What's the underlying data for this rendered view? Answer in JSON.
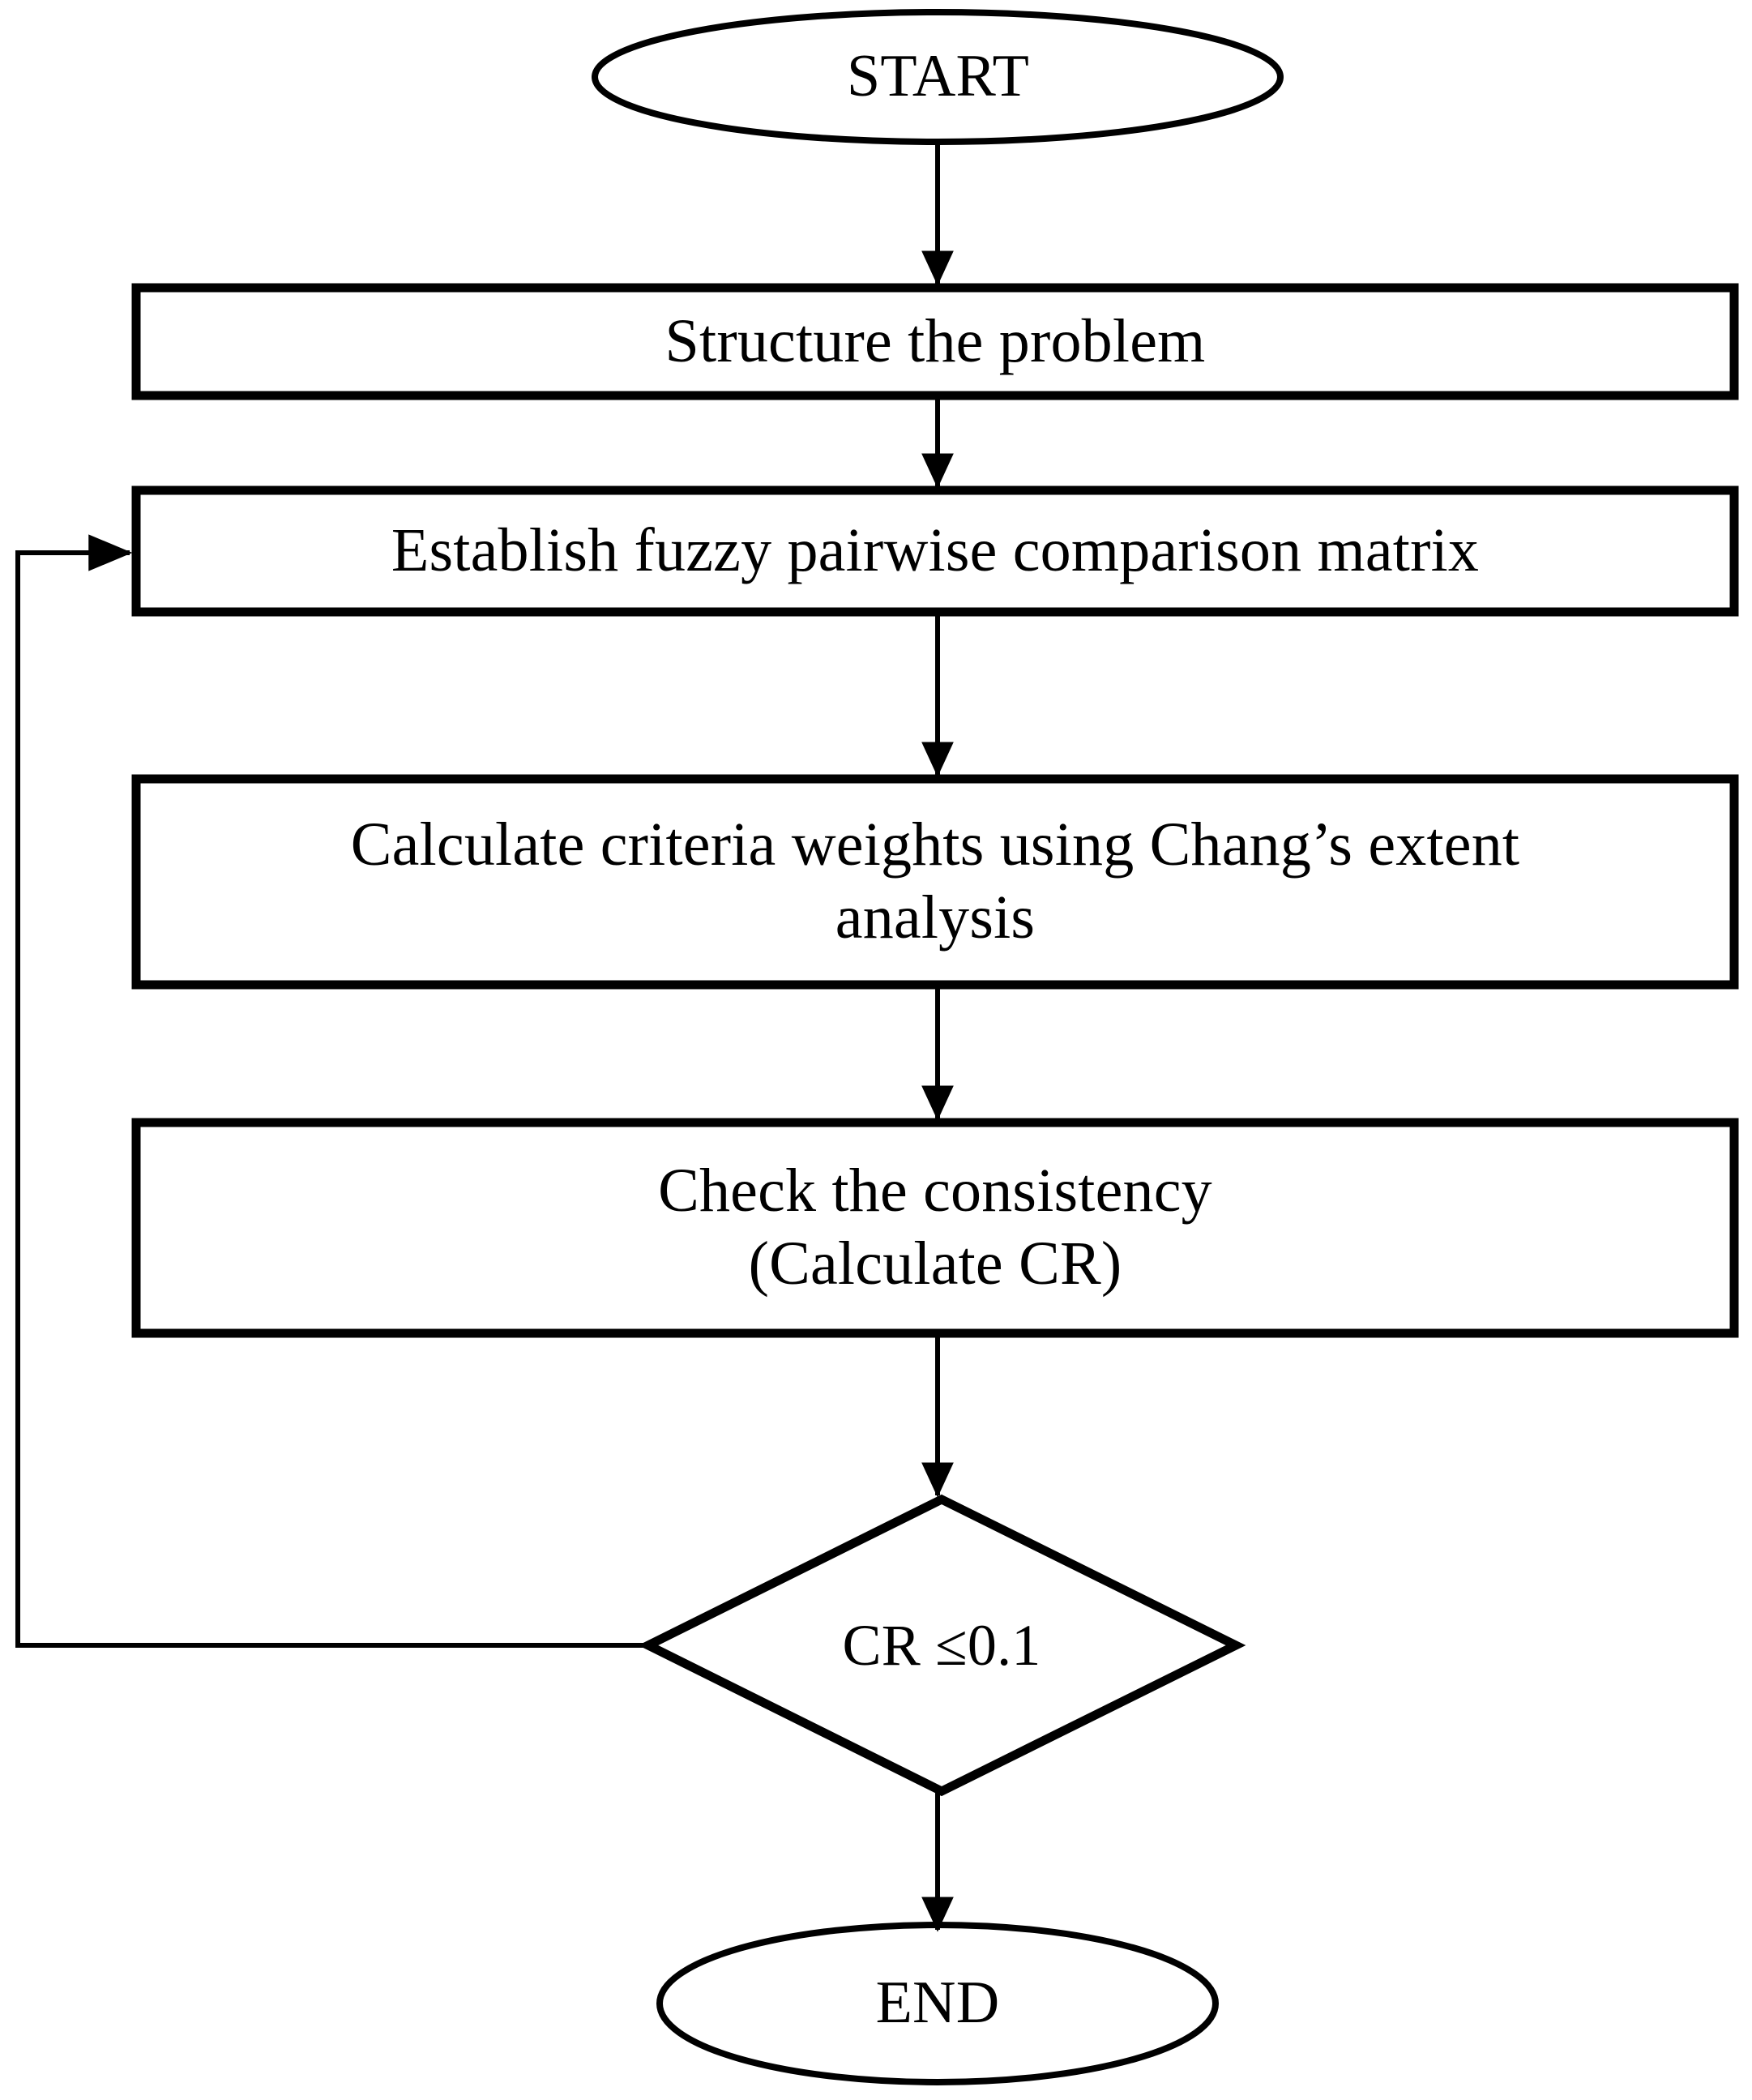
{
  "diagram": {
    "title": "Fuzzy AHP procedure flowchart",
    "type": "flowchart",
    "background_color": "#ffffff",
    "stroke_color": "#000000",
    "fill_color": "#ffffff"
  },
  "nodes": {
    "start": {
      "label": "START",
      "shape": "ellipse",
      "role": "terminator"
    },
    "structure": {
      "label": "Structure the problem",
      "shape": "rectangle",
      "role": "process"
    },
    "establish": {
      "label": "Establish fuzzy pairwise comparison matrix",
      "shape": "rectangle",
      "role": "process"
    },
    "calculate": {
      "label": "Calculate criteria  weights using Chang’s extent\nanalysis",
      "shape": "rectangle",
      "role": "process"
    },
    "check": {
      "label": "Check the consistency\n(Calculate  CR)",
      "shape": "rectangle",
      "role": "process"
    },
    "decision": {
      "label": "CR ≤0.1",
      "shape": "diamond",
      "role": "decision"
    },
    "end": {
      "label": "END",
      "shape": "ellipse",
      "role": "terminator"
    }
  },
  "edges": [
    {
      "from": "start",
      "to": "structure",
      "label": ""
    },
    {
      "from": "structure",
      "to": "establish",
      "label": ""
    },
    {
      "from": "establish",
      "to": "calculate",
      "label": ""
    },
    {
      "from": "calculate",
      "to": "check",
      "label": ""
    },
    {
      "from": "check",
      "to": "decision",
      "label": ""
    },
    {
      "from": "decision",
      "to": "end",
      "label": ""
    },
    {
      "from": "decision",
      "to": "establish",
      "label": ""
    }
  ]
}
